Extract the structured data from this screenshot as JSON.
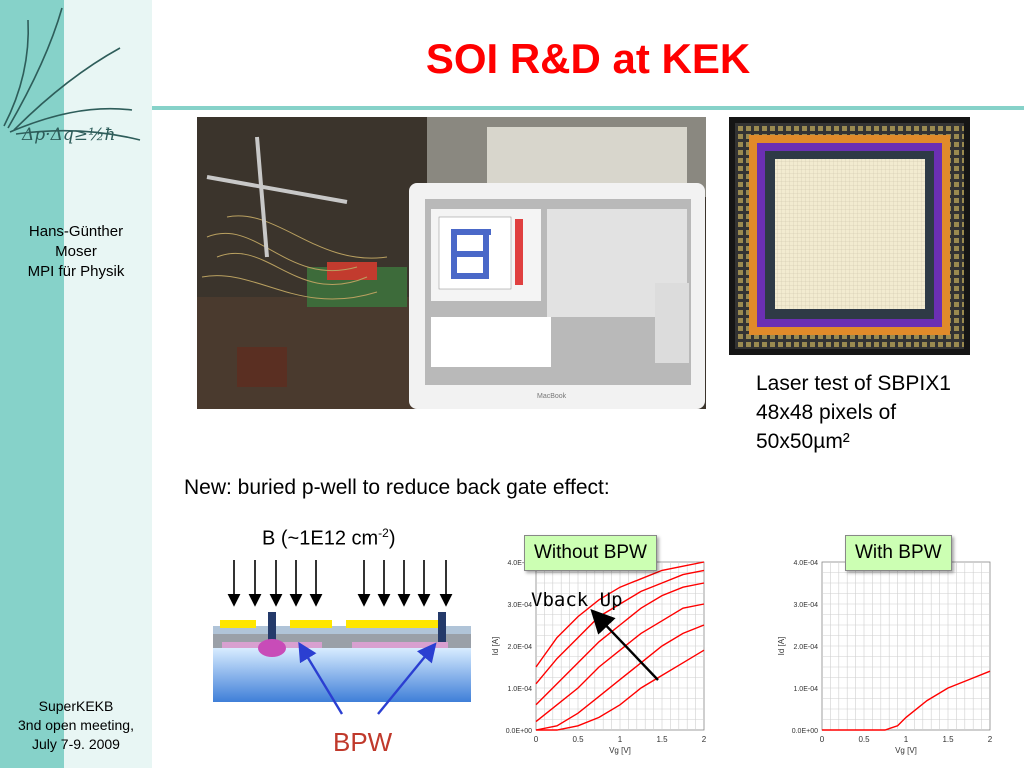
{
  "slide": {
    "title": "SOI R&D at KEK",
    "author": [
      "Hans-Günther",
      "Moser",
      "MPI für Physik"
    ],
    "meeting": [
      "SuperKEKB",
      "3nd open meeting,",
      "July 7-9. 2009"
    ],
    "logo_formula": "Δp·Δq≥½ħ"
  },
  "photo": {
    "laptop_brand": "MacBook"
  },
  "caption": [
    "Laser test of SBPIX1",
    "48x48 pixels of",
    "50x50µm²"
  ],
  "intro": "New: buried p-well to reduce back gate effect:",
  "implant": {
    "prefix": "B (~1E12 cm",
    "exponent": "-2",
    "suffix": ")"
  },
  "bpw_label": "BPW",
  "badges": {
    "without": "Without BPW",
    "with": "With BPW"
  },
  "annotation": "Vback Up",
  "colors": {
    "title": "#ff0000",
    "sidebar_strip": "#86d2c9",
    "sidebar_bg": "#e8f6f4",
    "badge_bg": "#ccffb3",
    "curve": "#ff0000",
    "bpw_text": "#c0392b",
    "arrow_blue": "#2b3fd1"
  },
  "chart_data": [
    {
      "type": "line",
      "xlabel": "Vg [V]",
      "ylabel": "Id [A]",
      "xlim": [
        0,
        2
      ],
      "ylim": [
        0,
        0.0004
      ],
      "x_ticks": [
        "0",
        "0.5",
        "1",
        "1.5",
        "2"
      ],
      "y_ticks": [
        "0.0E+00",
        "1.0E-04",
        "2.0E-04",
        "3.0E-04",
        "4.0E-04"
      ],
      "grid": true,
      "series": [
        {
          "x": [
            0,
            0.25,
            0.5,
            0.75,
            1.0,
            1.25,
            1.5,
            1.75,
            2.0
          ],
          "y": [
            0.00015,
            0.00022,
            0.00027,
            0.00031,
            0.00034,
            0.00036,
            0.00038,
            0.00039,
            0.0004
          ]
        },
        {
          "x": [
            0,
            0.25,
            0.5,
            0.75,
            1.0,
            1.25,
            1.5,
            1.75,
            2.0
          ],
          "y": [
            0.00011,
            0.00017,
            0.00022,
            0.00027,
            0.0003,
            0.00033,
            0.00035,
            0.00037,
            0.00038
          ]
        },
        {
          "x": [
            0,
            0.25,
            0.5,
            0.75,
            1.0,
            1.25,
            1.5,
            1.75,
            2.0
          ],
          "y": [
            6e-05,
            0.00011,
            0.00016,
            0.00021,
            0.00025,
            0.00029,
            0.00032,
            0.00034,
            0.00035
          ]
        },
        {
          "x": [
            0,
            0.25,
            0.5,
            0.75,
            1.0,
            1.25,
            1.5,
            1.75,
            2.0
          ],
          "y": [
            2e-05,
            6e-05,
            0.0001,
            0.00015,
            0.00019,
            0.00023,
            0.00026,
            0.00029,
            0.0003
          ]
        },
        {
          "x": [
            0,
            0.25,
            0.5,
            0.75,
            1.0,
            1.25,
            1.5,
            1.75,
            2.0
          ],
          "y": [
            0,
            1e-05,
            4e-05,
            8e-05,
            0.00012,
            0.00016,
            0.0002,
            0.00023,
            0.00025
          ]
        },
        {
          "x": [
            0,
            0.25,
            0.5,
            0.75,
            1.0,
            1.25,
            1.5,
            1.75,
            2.0
          ],
          "y": [
            0,
            0,
            1e-05,
            3e-05,
            6e-05,
            0.0001,
            0.00013,
            0.00016,
            0.00019
          ]
        }
      ]
    },
    {
      "type": "line",
      "xlabel": "Vg [V]",
      "ylabel": "Id [A]",
      "xlim": [
        0,
        2
      ],
      "ylim": [
        0,
        0.0004
      ],
      "x_ticks": [
        "0",
        "0.5",
        "1",
        "1.5",
        "2"
      ],
      "y_ticks": [
        "0.0E+00",
        "1.0E-04",
        "2.0E-04",
        "3.0E-04",
        "4.0E-04"
      ],
      "grid": true,
      "series": [
        {
          "x": [
            0,
            0.5,
            0.75,
            0.9,
            1.0,
            1.25,
            1.5,
            1.75,
            2.0
          ],
          "y": [
            0,
            0,
            0,
            1e-05,
            3e-05,
            7e-05,
            0.0001,
            0.00012,
            0.00014
          ]
        }
      ]
    }
  ]
}
